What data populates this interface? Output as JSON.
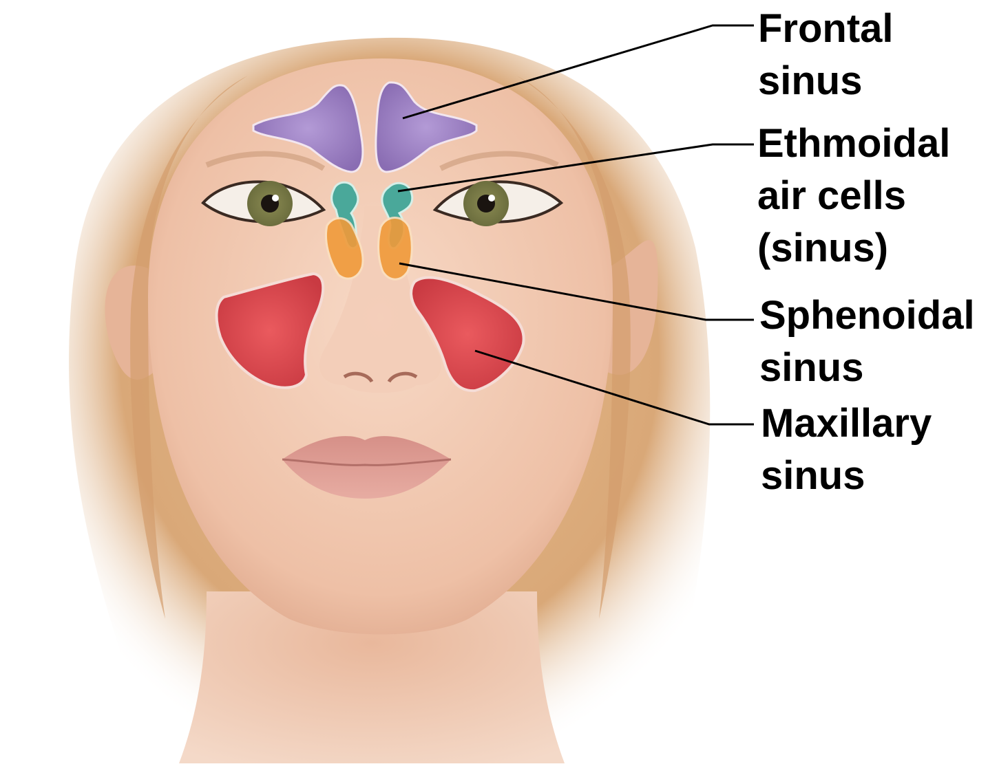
{
  "labels": {
    "frontal": [
      "Frontal",
      "sinus"
    ],
    "ethmoidal": [
      "Ethmoidal",
      "air cells",
      "(sinus)"
    ],
    "sphenoidal": [
      "Sphenoidal",
      "sinus"
    ],
    "maxillary": [
      "Maxillary",
      "sinus"
    ]
  },
  "colors": {
    "frontal_sinus": "#9a7fc0",
    "ethmoidal_cells": "#4aa89a",
    "sphenoidal_sinus": "#f09a3a",
    "maxillary_sinus": "#d9434a",
    "skin": "#eec4ad",
    "hair": "#d9a878",
    "leader_lines": "#000000"
  }
}
